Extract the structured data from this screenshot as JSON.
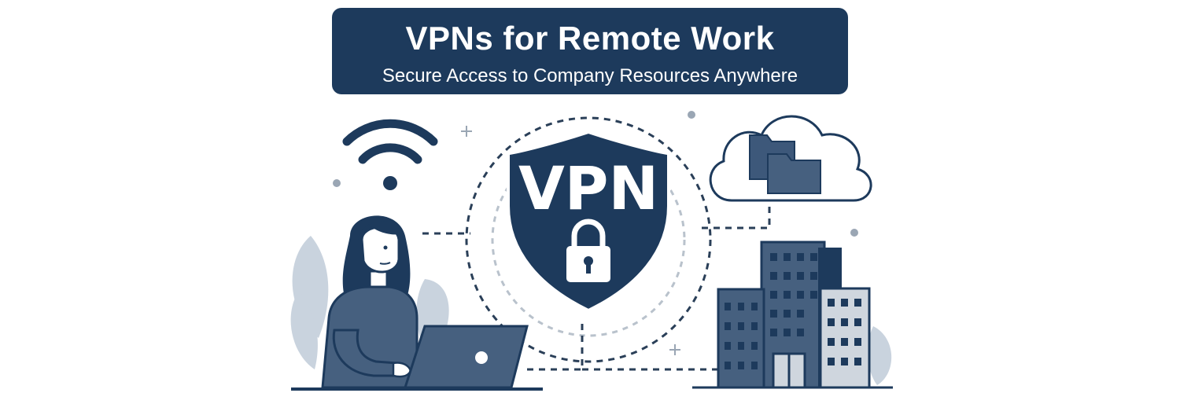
{
  "header": {
    "title": "VPNs for Remote Work",
    "subtitle": "Secure Access to Company Resources Anywhere"
  },
  "shield": {
    "label": "VPN"
  },
  "icons": {
    "wifi": "wifi-icon",
    "shield": "shield-icon",
    "lock": "padlock-icon",
    "cloud": "cloud-icon",
    "folders": "folder-icon",
    "building": "office-building-icon",
    "laptop": "laptop-icon",
    "person": "remote-worker-figure"
  },
  "colors": {
    "navy": "#1d3a5c",
    "slate": "#46607f",
    "light_slate": "#c9d3de",
    "grey_building": "#cfd6de",
    "dash": "#2a3f58",
    "dash_light": "#b9c2cc"
  }
}
